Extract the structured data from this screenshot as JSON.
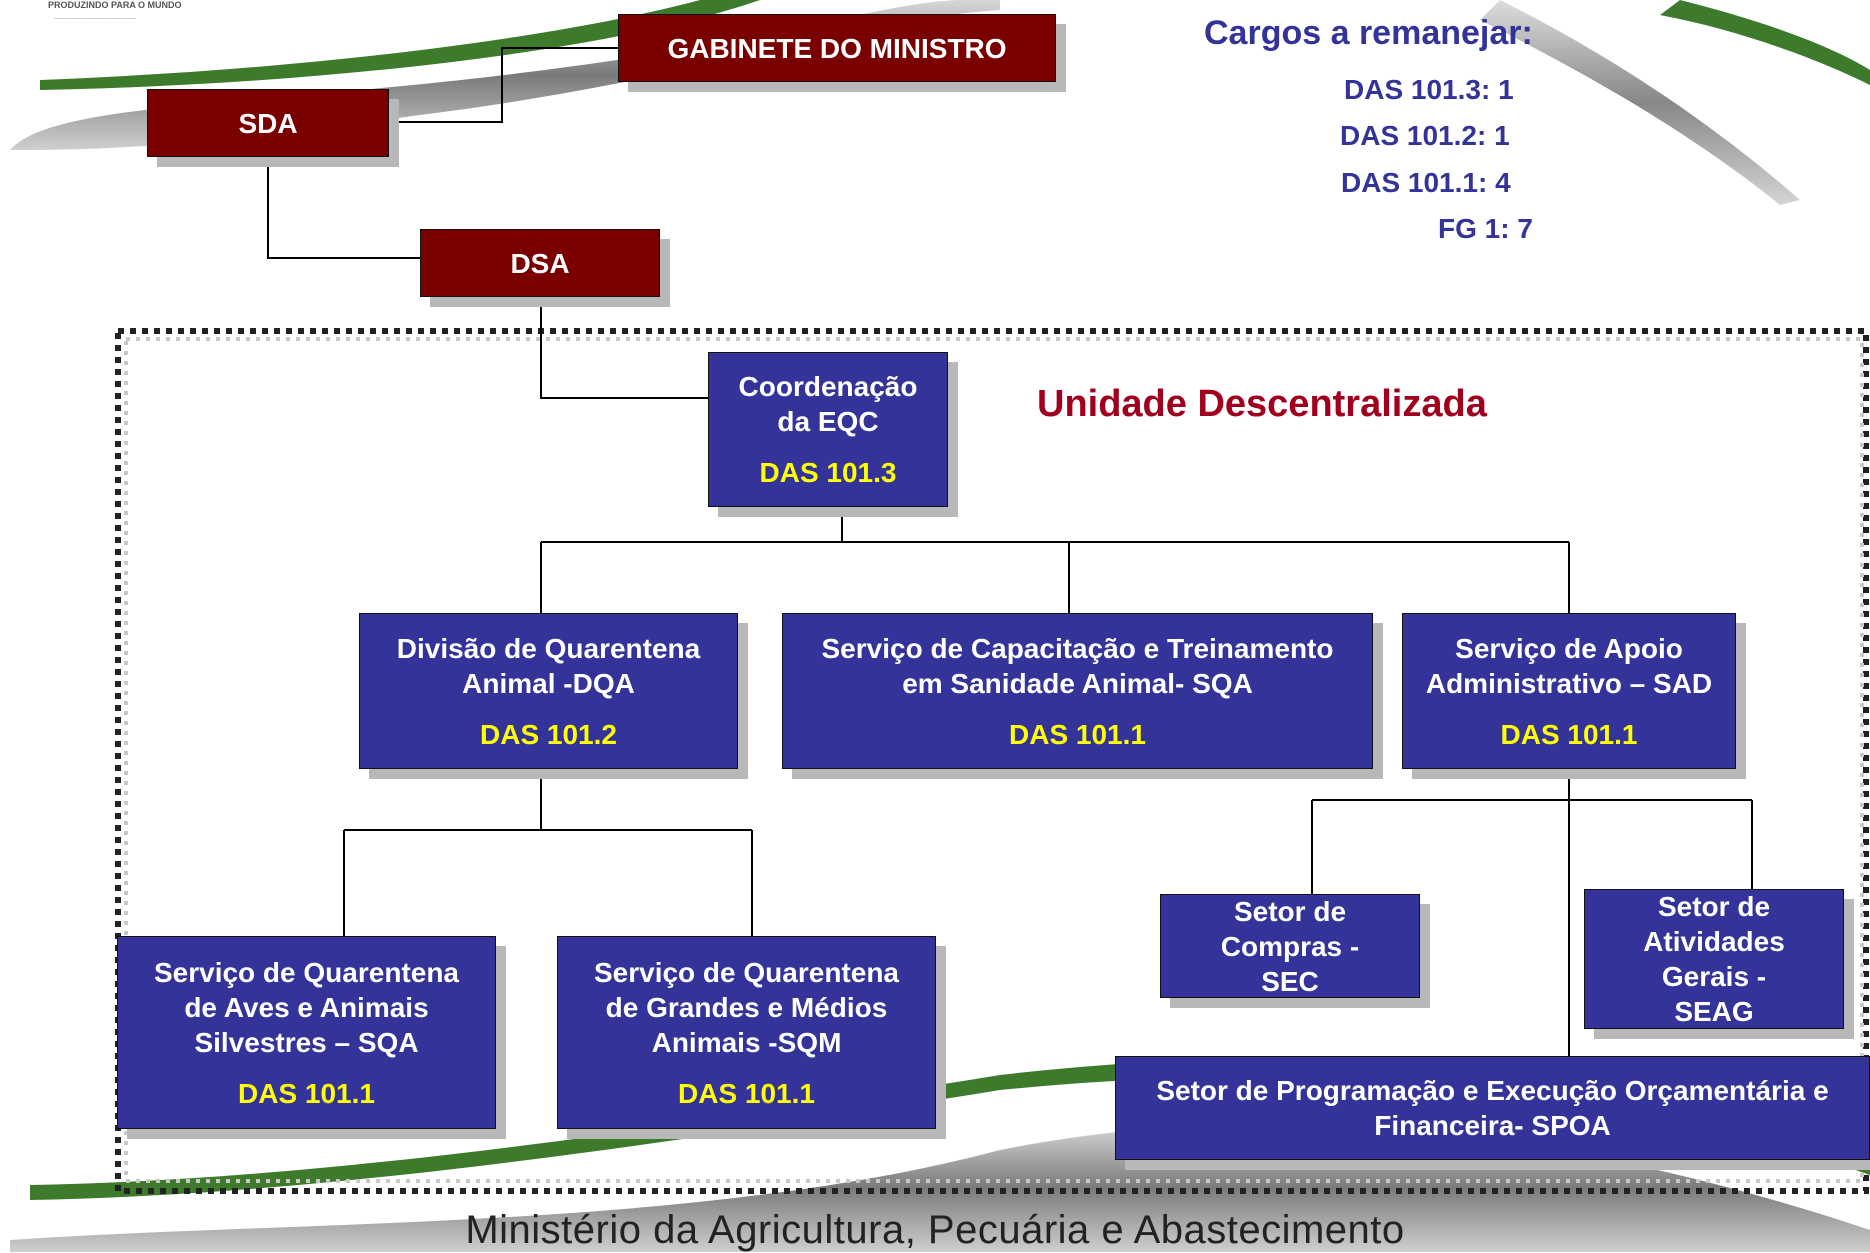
{
  "logo": {
    "line1": "PRODUZINDO PARA O MUNDO",
    "line2": "~~~~~~~~~~~~~~~~~~~~"
  },
  "org": {
    "gabinete": "GABINETE DO MINISTRO",
    "sda": "SDA",
    "dsa": "DSA",
    "coord": {
      "name": "Coordenação da EQC",
      "code": "DAS 101.3"
    },
    "dqa": {
      "name": "Divisão de Quarentena Animal -DQA",
      "code": "DAS 101.2"
    },
    "sqa_cap": {
      "name": "Serviço de Capacitação e Treinamento em Sanidade Animal- SQA",
      "code": "DAS 101.1"
    },
    "sad": {
      "name": "Serviço de Apoio Administrativo – SAD",
      "code": "DAS 101.1"
    },
    "sqa_aves": {
      "name": "Serviço de Quarentena de Aves e Animais Silvestres – SQA",
      "code": "DAS 101.1"
    },
    "sqm": {
      "name": "Serviço de Quarentena de Grandes e Médios Animais -SQM",
      "code": "DAS 101.1"
    },
    "sec": {
      "name": "Setor de Compras - SEC"
    },
    "seag": {
      "name": "Setor de Atividades Gerais - SEAG"
    },
    "spoa": {
      "name": "Setor de Programação e Execução Orçamentária e Financeira- SPOA"
    }
  },
  "unit_title": "Unidade Descentralizada",
  "cargos": {
    "title": "Cargos a remanejar:",
    "lines": [
      "DAS 101.3: 1",
      "DAS 101.2: 1",
      "DAS 101.1: 4",
      "FG 1: 7"
    ]
  },
  "footer": "Ministério da Agricultura, Pecuária e Abastecimento",
  "colors": {
    "blue": "#333399",
    "darkred": "#7a0000",
    "yellow": "#ffff00",
    "title_red": "#a0001e",
    "swoosh": "#3d7a2c"
  }
}
